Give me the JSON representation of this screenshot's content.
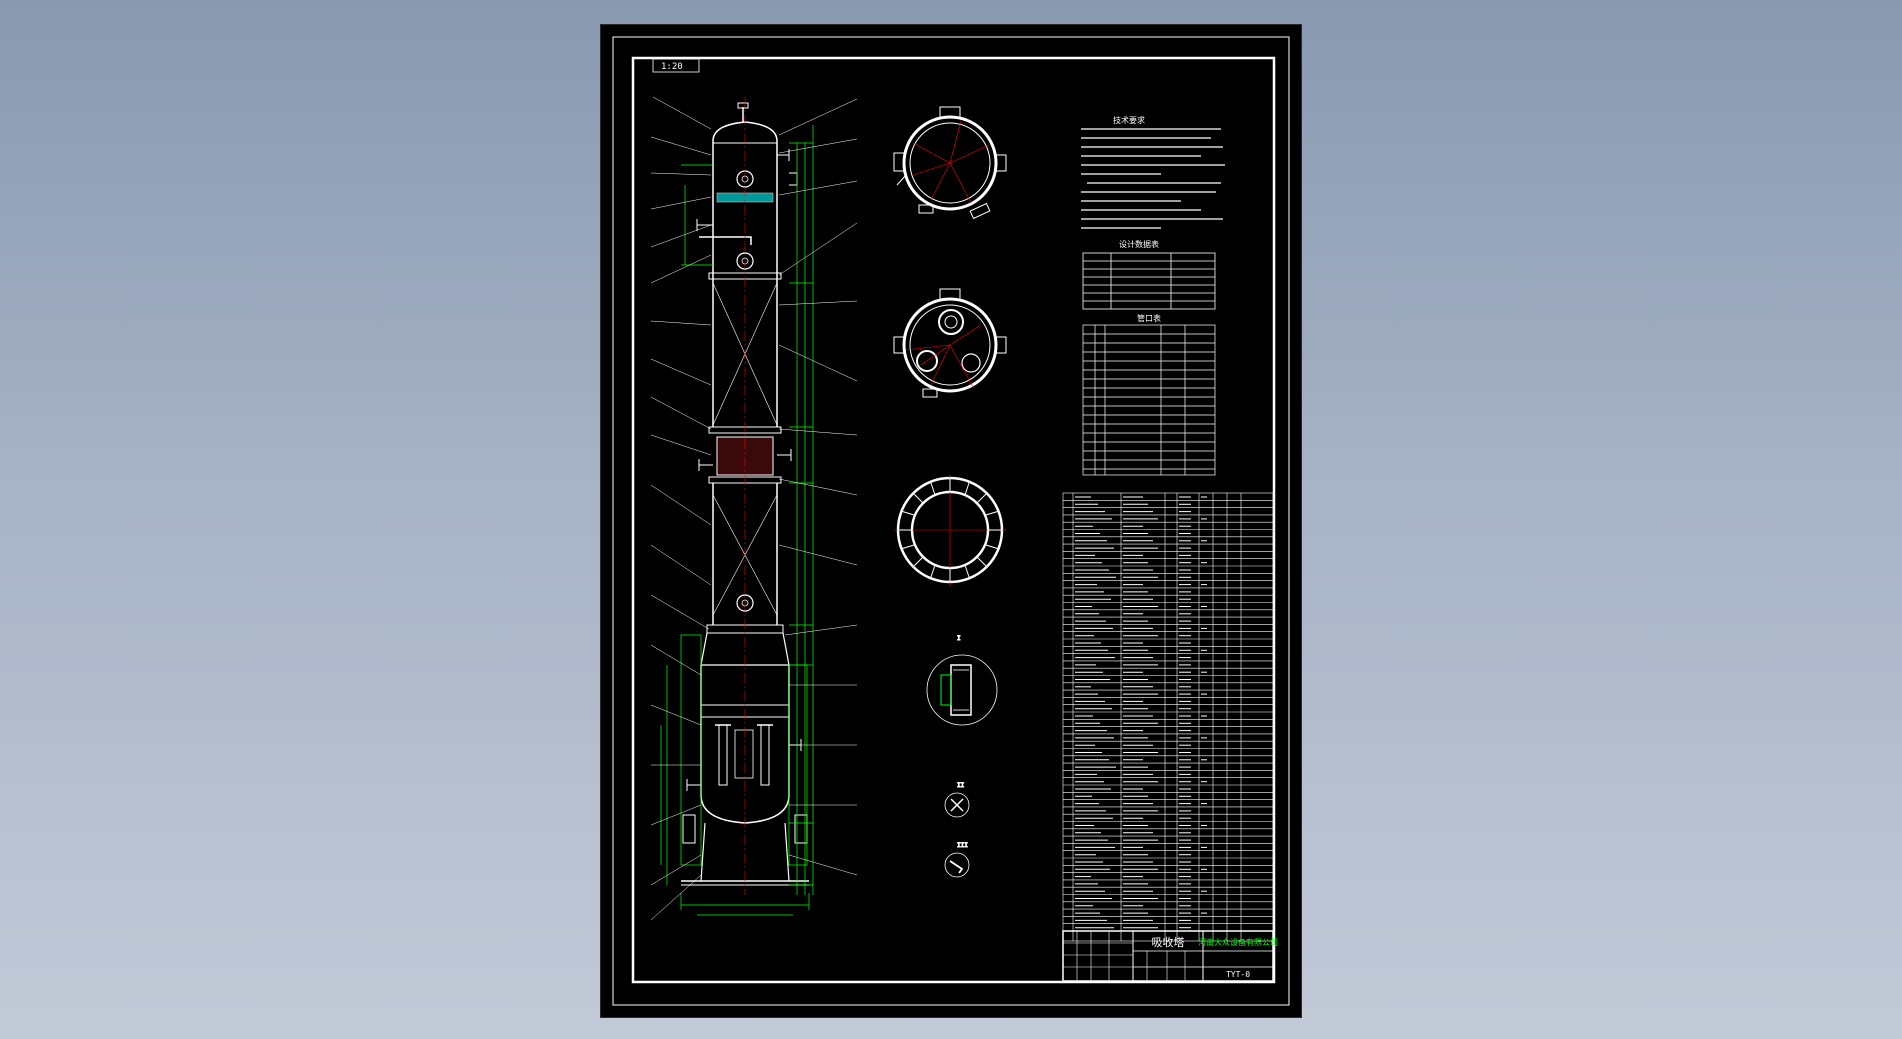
{
  "drawing": {
    "scale_label": "1:20",
    "notes_title": "技术要求",
    "nozzle_table_title": "管口表",
    "spec_table_title": "设计数据表",
    "company_name": "河南大众设备有限公司",
    "drawing_name": "吸收塔",
    "drawing_number": "TYT-0"
  },
  "colors": {
    "sheet_bg": "#000000",
    "line": "#ffffff",
    "dimension": "#00ff00",
    "centerline": "#ff0000",
    "frame": "#ffffff"
  }
}
